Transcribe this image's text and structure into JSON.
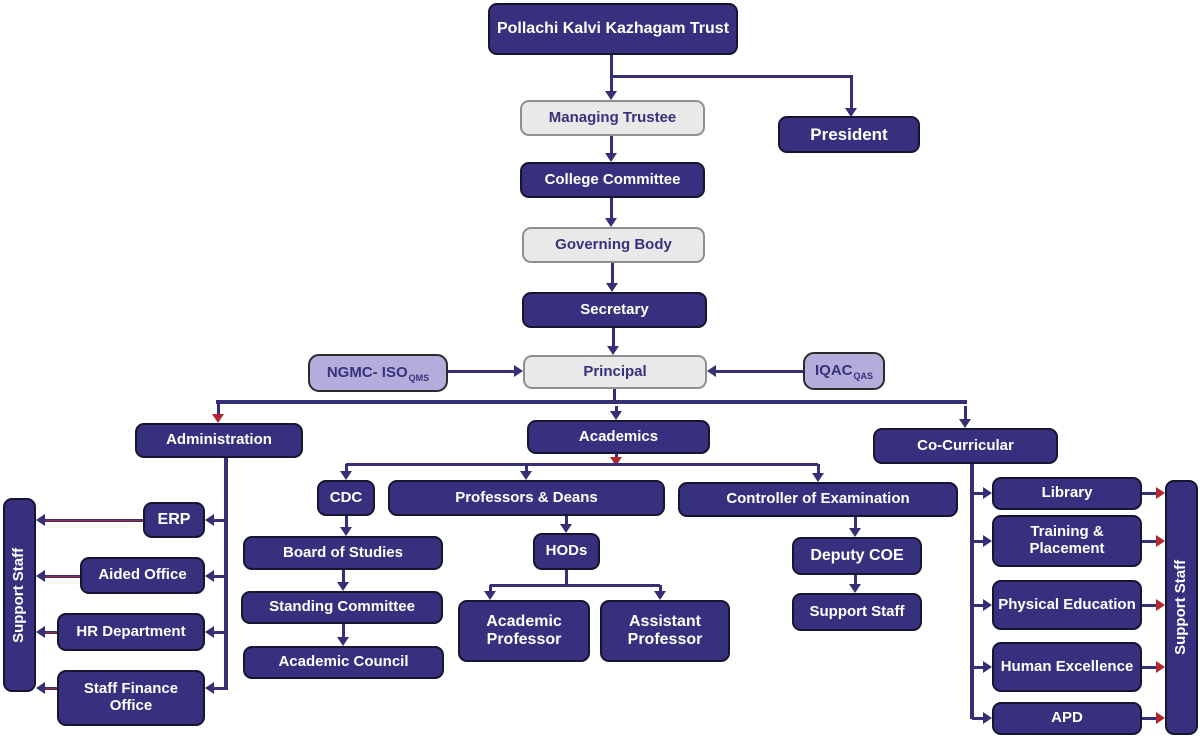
{
  "nodes": {
    "trust": {
      "label": "Pollachi Kalvi Kazhagam Trust"
    },
    "managing_trustee": {
      "label": "Managing Trustee"
    },
    "president": {
      "label": "President"
    },
    "college_committee": {
      "label": "College Committee"
    },
    "governing_body": {
      "label": "Governing Body"
    },
    "secretary": {
      "label": "Secretary"
    },
    "ngmc_iso": {
      "label": "NGMC- ISO",
      "sub": "QMS"
    },
    "principal": {
      "label": "Principal"
    },
    "iqac": {
      "label": "IQAC",
      "sub": "QAS"
    },
    "administration": {
      "label": "Administration"
    },
    "academics": {
      "label": "Academics"
    },
    "co_curricular": {
      "label": "Co-Curricular"
    },
    "cdc": {
      "label": "CDC"
    },
    "professors_deans": {
      "label": "Professors & Deans"
    },
    "controller_examination": {
      "label": "Controller of Examination"
    },
    "board_of_studies": {
      "label": "Board of Studies"
    },
    "standing_committee": {
      "label": "Standing Committee"
    },
    "academic_council": {
      "label": "Academic Council"
    },
    "hods": {
      "label": "HODs"
    },
    "academic_professor": {
      "label": "Academic Professor"
    },
    "assistant_professor": {
      "label": "Assistant Professor"
    },
    "deputy_coe": {
      "label": "Deputy COE"
    },
    "support_staff_exam": {
      "label": "Support Staff"
    },
    "erp": {
      "label": "ERP"
    },
    "aided_office": {
      "label": "Aided Office"
    },
    "hr_department": {
      "label": "HR Department"
    },
    "staff_finance_office": {
      "label": "Staff Finance Office"
    },
    "support_staff_left": {
      "label": "Support Staff"
    },
    "library": {
      "label": "Library"
    },
    "training_placement": {
      "label": "Training & Placement"
    },
    "physical_education": {
      "label": "Physical Education"
    },
    "human_excellence": {
      "label": "Human Excellence"
    },
    "apd": {
      "label": "APD"
    },
    "support_staff_right": {
      "label": "Support Staff"
    }
  },
  "colors": {
    "box_dark": "#36307E",
    "box_light": "#E9E9E9",
    "box_purple": "#B4ADDC",
    "line": "#352F75",
    "arrow_red": "#B3262C",
    "text_on_dark": "#FFFFFF",
    "text_on_light": "#38317E"
  }
}
